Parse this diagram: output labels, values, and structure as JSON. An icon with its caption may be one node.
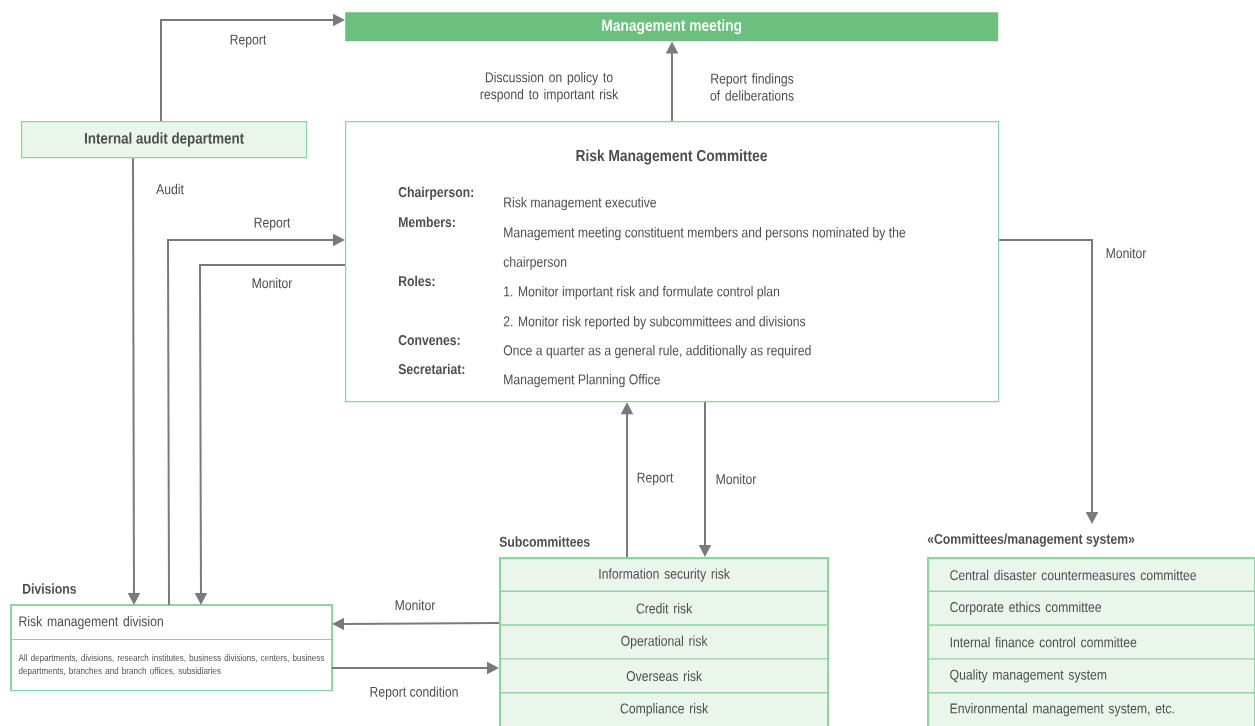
{
  "diagram": {
    "nodes": [
      {
        "text": [
          "Management meeting"
        ]
      },
      {
        "text": [
          "Internal audit department"
        ]
      },
      {
        "text": [
          "Risk Management Committee",
          "Chairperson:",
          "Risk management executive",
          "Members:",
          "Management meeting constituent members and persons nominated by the chairperson",
          "Roles:",
          "1. Monitor important risk and formulate control plan",
          "2. Monitor risk reported by subcommittees and divisions",
          "Convenes:",
          "Once a quarter as a general rule, additionally as required",
          "Secretariat:",
          "Management Planning Office"
        ]
      },
      {
        "text": [
          "Divisions"
        ]
      },
      {
        "text": [
          "Risk management division"
        ],
        "in": 3
      },
      {
        "text": [
          "All departments, divisions, research institutes, business divisions, centers, business departments, branches and branch offices, subsidiaries"
        ],
        "in": 3
      },
      {
        "text": [
          "Subcommittees"
        ]
      },
      {
        "text": [
          "Information security risk"
        ],
        "in": 6
      },
      {
        "text": [
          "Credit risk"
        ],
        "in": 6
      },
      {
        "text": [
          "Operational risk"
        ],
        "in": 6
      },
      {
        "text": [
          "Overseas risk"
        ],
        "in": 6
      },
      {
        "text": [
          "Compliance risk"
        ],
        "in": 6
      },
      {
        "text": [
          "«Committees/management system»"
        ]
      },
      {
        "text": [
          "Central disaster countermeasures committee"
        ],
        "in": 12
      },
      {
        "text": [
          "Corporate ethics committee"
        ],
        "in": 12
      },
      {
        "text": [
          "Internal finance control committee"
        ],
        "in": 12
      },
      {
        "text": [
          "Quality management system"
        ],
        "in": 12
      },
      {
        "text": [
          "Environmental management system, etc."
        ],
        "in": 12
      }
    ],
    "edges": [
      {
        "from": 1,
        "to": 0,
        "arrow": "to",
        "label": "Report"
      },
      {
        "from": 2,
        "to": 0,
        "arrow": "to",
        "label": "Report findings of deliberations"
      },
      {
        "from": 1,
        "to": 4,
        "arrow": "to",
        "label": "Audit"
      },
      {
        "from": 4,
        "to": 2,
        "arrow": "to",
        "label": "Report"
      },
      {
        "from": 2,
        "to": 4,
        "arrow": "to",
        "label": "Monitor"
      },
      {
        "from": 2,
        "to": 12,
        "arrow": "to",
        "label": "Monitor"
      },
      {
        "from": 6,
        "to": 2,
        "arrow": "to",
        "label": "Report"
      },
      {
        "from": 2,
        "to": 6,
        "arrow": "to",
        "label": "Monitor"
      },
      {
        "from": 6,
        "to": 4,
        "arrow": "to",
        "label": "Monitor"
      },
      {
        "from": 5,
        "to": 6,
        "arrow": "to",
        "label": "Report condition"
      }
    ],
    "labels": [
      "Discussion on policy to respond to important risk"
    ]
  }
}
